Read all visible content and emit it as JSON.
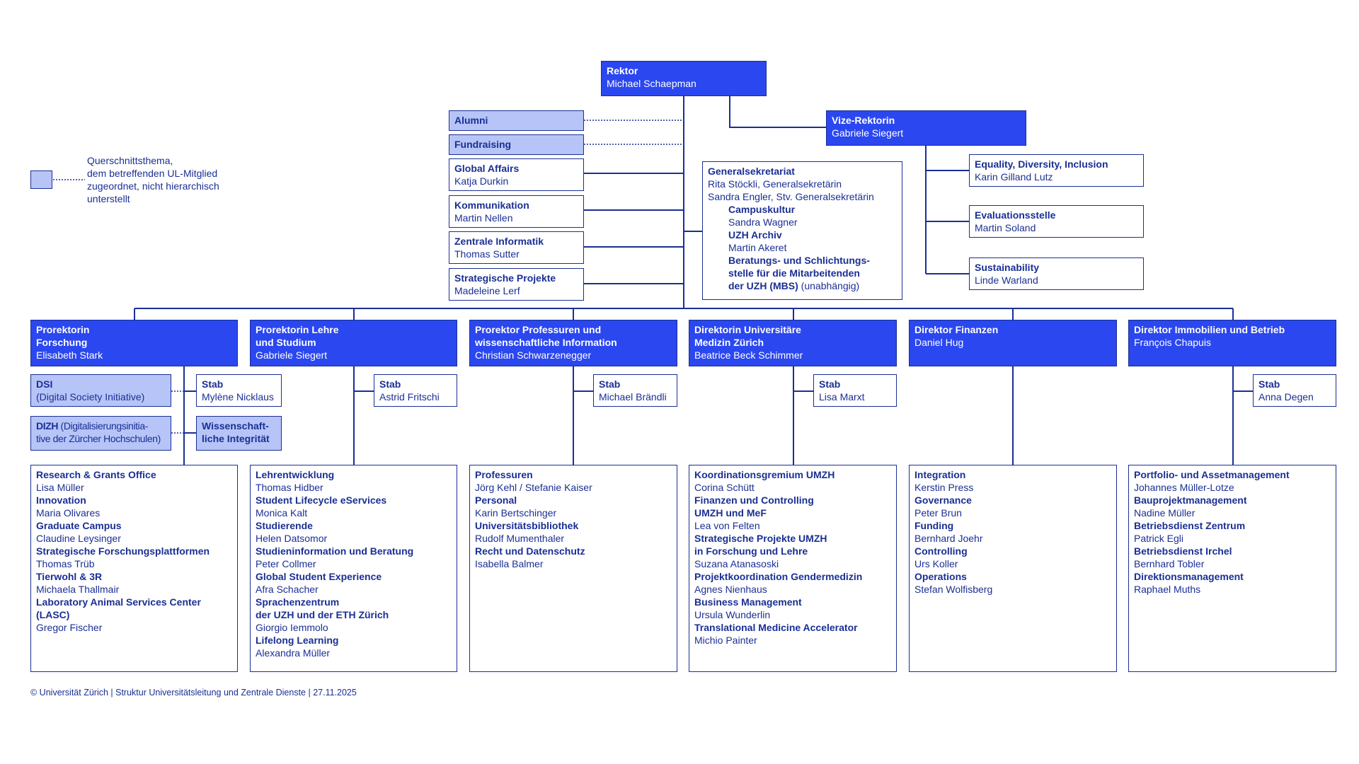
{
  "colors": {
    "primary": "#1a2f94",
    "fill": "#2b47f0",
    "light": "#b7c4f7"
  },
  "rektor": {
    "title": "Rektor",
    "name": "Michael Schaepman"
  },
  "vize": {
    "title": "Vize-Rektorin",
    "name": "Gabriele Siegert"
  },
  "alumni": {
    "title": "Alumni"
  },
  "fundraising": {
    "title": "Fundraising"
  },
  "global_affairs": {
    "title": "Global Affairs",
    "name": "Katja Durkin"
  },
  "kommunikation": {
    "title": "Kommunikation",
    "name": "Martin Nellen"
  },
  "zentrale_informatik": {
    "title": "Zentrale Informatik",
    "name": "Thomas Sutter"
  },
  "strategische_projekte": {
    "title": "Strategische Projekte",
    "name": "Madeleine Lerf"
  },
  "generalsekretariat": {
    "title": "Generalsekretariat",
    "name1": "Rita Stöckli, Generalsekretärin",
    "name2": "Sandra Engler, Stv. Generalsekretärin",
    "sub1_title": "Campuskultur",
    "sub1_name": "Sandra Wagner",
    "sub2_title": "UZH Archiv",
    "sub2_name": "Martin Akeret",
    "sub3_title": "Beratungs- und Schlichtungs-\nstelle für die Mitarbeitenden\nder UZH (MBS)",
    "sub3_suffix": " (unabhängig)"
  },
  "edi": {
    "title": "Equality, Diversity, Inclusion",
    "name": "Karin Gilland Lutz"
  },
  "evaluationsstelle": {
    "title": "Evaluationsstelle",
    "name": "Martin Soland"
  },
  "sustainability": {
    "title": "Sustainability",
    "name": "Linde Warland"
  },
  "legend": {
    "text": "Querschnittsthema,\ndem betreffenden UL-Mitglied\nzugeordnet, nicht hierarchisch\nunterstellt"
  },
  "departments": [
    {
      "title": "Prorektorin\nForschung",
      "name": "Elisabeth Stark",
      "stab_title": "Stab",
      "stab_name": "Mylène Nicklaus",
      "units": [
        {
          "title": "Research & Grants Office",
          "name": "Lisa Müller"
        },
        {
          "title": "Innovation",
          "name": "Maria Olivares"
        },
        {
          "title": "Graduate Campus",
          "name": "Claudine Leysinger"
        },
        {
          "title": "Strategische Forschungsplattformen",
          "name": "Thomas Trüb"
        },
        {
          "title": "Tierwohl & 3R",
          "name": "Michaela Thallmair"
        },
        {
          "title": "Laboratory Animal Services Center\n(LASC)",
          "name": "Gregor Fischer"
        }
      ]
    },
    {
      "title": "Prorektorin Lehre\nund Studium",
      "name": "Gabriele Siegert",
      "stab_title": "Stab",
      "stab_name": "Astrid Fritschi",
      "units": [
        {
          "title": "Lehrentwicklung",
          "name": "Thomas Hidber"
        },
        {
          "title": "Student Lifecycle eServices",
          "name": "Monica Kalt"
        },
        {
          "title": "Studierende",
          "name": "Helen Datsomor"
        },
        {
          "title": "Studieninformation und Beratung",
          "name": "Peter Collmer"
        },
        {
          "title": "Global Student Experience",
          "name": "Afra Schacher"
        },
        {
          "title": "Sprachenzentrum\nder UZH und der ETH Zürich",
          "name": "Giorgio Iemmolo"
        },
        {
          "title": "Lifelong Learning",
          "name": "Alexandra Müller"
        }
      ]
    },
    {
      "title": "Prorektor Professuren und\nwissenschaftliche Information",
      "name": "Christian Schwarzenegger",
      "stab_title": "Stab",
      "stab_name": "Michael Brändli",
      "units": [
        {
          "title": "Professuren",
          "name": "Jörg Kehl / Stefanie Kaiser"
        },
        {
          "title": "Personal",
          "name": "Karin Bertschinger"
        },
        {
          "title": "Universitätsbibliothek",
          "name": "Rudolf Mumenthaler"
        },
        {
          "title": "Recht und Datenschutz",
          "name": "Isabella Balmer"
        }
      ]
    },
    {
      "title": "Direktorin Universitäre\nMedizin Zürich",
      "name": "Beatrice Beck Schimmer",
      "stab_title": "Stab",
      "stab_name": "Lisa Marxt",
      "units": [
        {
          "title": "Koordinationsgremium UMZH",
          "name": "Corina Schütt"
        },
        {
          "title": "Finanzen und Controlling",
          "name": ""
        },
        {
          "title": "UMZH und MeF",
          "name": "Lea von Felten"
        },
        {
          "title": "Strategische Projekte UMZH\nin Forschung und Lehre",
          "name": "Suzana Atanasoski"
        },
        {
          "title": "Projektkoordination Gendermedizin",
          "name": "Agnes Nienhaus"
        },
        {
          "title": "Business Management",
          "name": "Ursula Wunderlin"
        },
        {
          "title": "Translational Medicine Accelerator",
          "name": "Michio Painter"
        }
      ]
    },
    {
      "title": "Direktor Finanzen",
      "name": "Daniel Hug",
      "stab_title": "",
      "stab_name": "",
      "units": [
        {
          "title": "Integration",
          "name": "Kerstin Press"
        },
        {
          "title": "Governance",
          "name": "Peter Brun"
        },
        {
          "title": "Funding",
          "name": "Bernhard Joehr"
        },
        {
          "title": "Controlling",
          "name": "Urs Koller"
        },
        {
          "title": "Operations",
          "name": "Stefan Wolfisberg"
        }
      ]
    },
    {
      "title": "Direktor Immobilien und Betrieb",
      "name": "François Chapuis",
      "stab_title": "Stab",
      "stab_name": "Anna Degen",
      "units": [
        {
          "title": "Portfolio- und Assetmanagement",
          "name": "Johannes Müller-Lotze"
        },
        {
          "title": "Bauprojektmanagement",
          "name": "Nadine Müller"
        },
        {
          "title": "Betriebsdienst Zentrum",
          "name": "Patrick Egli"
        },
        {
          "title": "Betriebsdienst Irchel",
          "name": "Bernhard Tobler"
        },
        {
          "title": "Direktionsmanagement",
          "name": "Raphael Muths"
        }
      ]
    }
  ],
  "dsi": {
    "title": "DSI",
    "name": "(Digital Society Initiative)"
  },
  "dizh": {
    "title": "DIZH",
    "name": " (Digitalisierungsinitia-\ntive der Zürcher Hochschulen)"
  },
  "wissenschaftliche_integritaet": {
    "title": "Wissenschaft-\nliche Integrität"
  },
  "footer": "© Universität Zürich | Struktur Universitätsleitung und Zentrale Dienste | 27.11.2025"
}
